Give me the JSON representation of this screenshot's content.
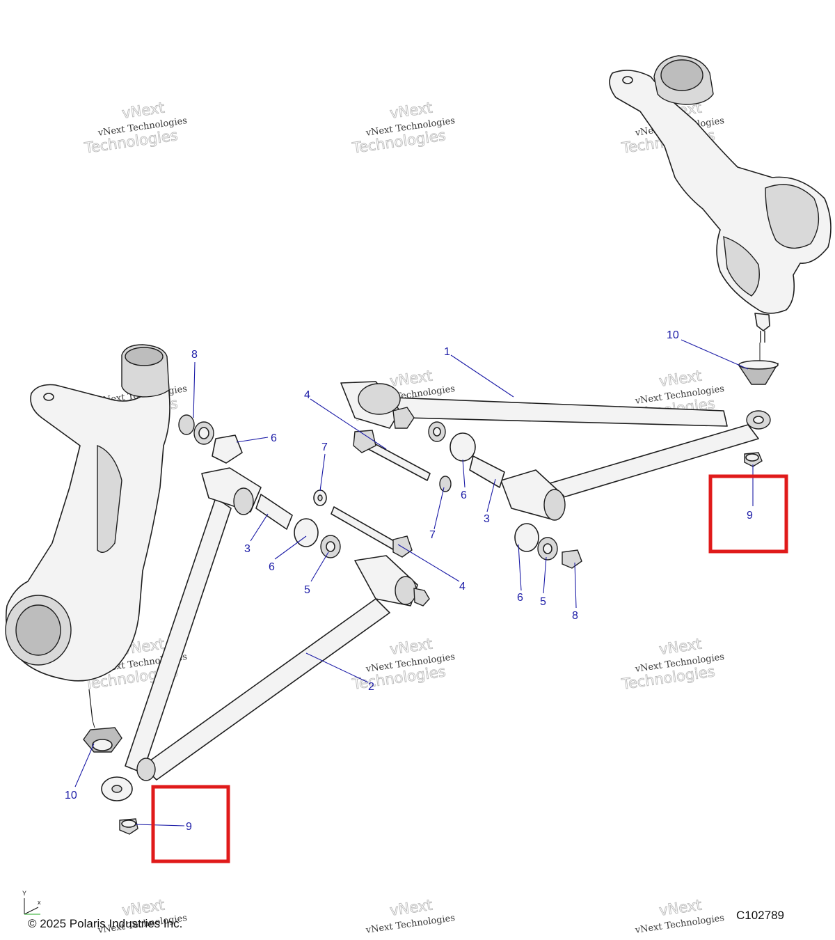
{
  "figure_id": "C102789",
  "copyright": "© 2025 Polaris Industries Inc.",
  "watermark": {
    "line1": "vNext Technologies",
    "line2": "Technologies",
    "line3": "vNext"
  },
  "axis_indicator": {
    "y_label": "Y",
    "x_label": "x"
  },
  "callouts": [
    {
      "id": "c1",
      "text": "1"
    },
    {
      "id": "c2",
      "text": "2"
    },
    {
      "id": "c3a",
      "text": "3"
    },
    {
      "id": "c3b",
      "text": "3"
    },
    {
      "id": "c4a",
      "text": "4"
    },
    {
      "id": "c4b",
      "text": "4"
    },
    {
      "id": "c5a",
      "text": "5"
    },
    {
      "id": "c5b",
      "text": "5"
    },
    {
      "id": "c6a",
      "text": "6"
    },
    {
      "id": "c6b",
      "text": "6"
    },
    {
      "id": "c6c",
      "text": "6"
    },
    {
      "id": "c6d",
      "text": "6"
    },
    {
      "id": "c7a",
      "text": "7"
    },
    {
      "id": "c7b",
      "text": "7"
    },
    {
      "id": "c8a",
      "text": "8"
    },
    {
      "id": "c8b",
      "text": "8"
    },
    {
      "id": "c9a",
      "text": "9"
    },
    {
      "id": "c9b",
      "text": "9"
    },
    {
      "id": "c10a",
      "text": "10"
    },
    {
      "id": "c10b",
      "text": "10"
    }
  ],
  "highlight_color": "#e01a1a",
  "callout_color": "#1a1aa6"
}
